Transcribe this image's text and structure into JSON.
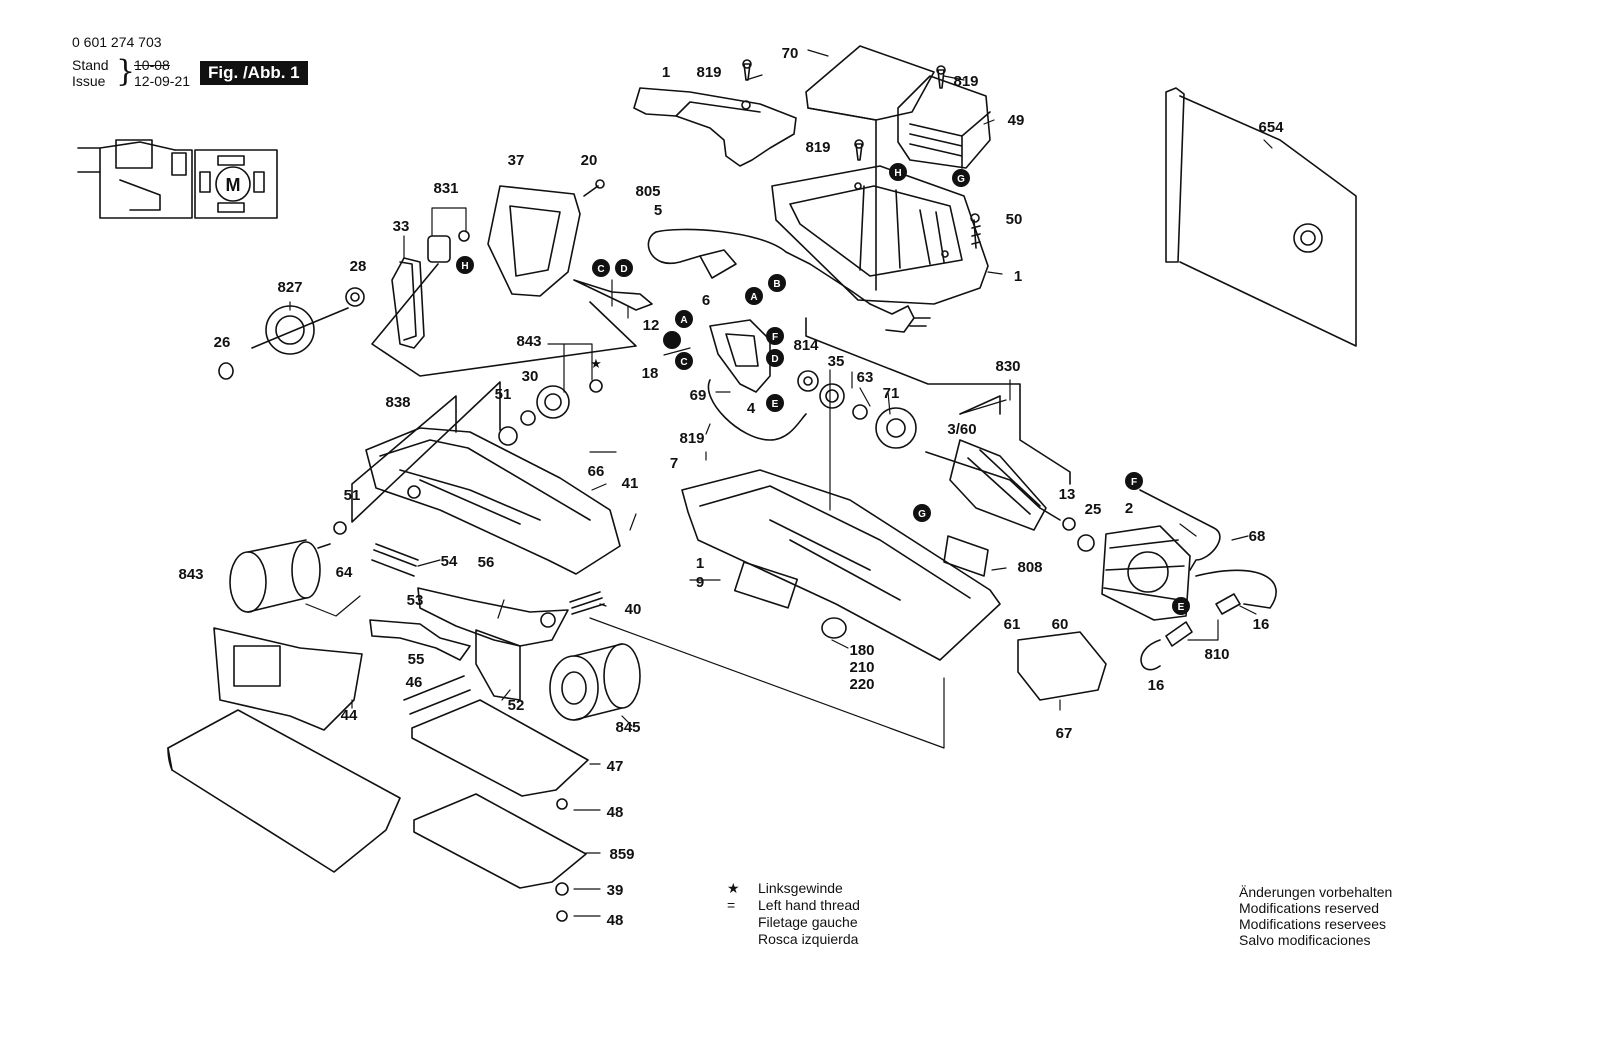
{
  "header": {
    "doc_number": "0 601 274 703",
    "stand_label": "Stand",
    "issue_label": "Issue",
    "stand_date": "10-08",
    "issue_date": "12-09-21",
    "fig_label": "Fig. /Abb. 1"
  },
  "callouts": [
    "1",
    "819",
    "70",
    "819",
    "49",
    "819",
    "654",
    "20",
    "37",
    "831",
    "805",
    "5",
    "50",
    "1",
    "33",
    "28",
    "827",
    "26",
    "6",
    "12",
    "843",
    "814",
    "35",
    "63",
    "71",
    "830",
    "838",
    "51",
    "30",
    "18",
    "69",
    "4",
    "819",
    "7",
    "66",
    "41",
    "51",
    "3/60",
    "13",
    "25",
    "2",
    "68",
    "843",
    "64",
    "54",
    "56",
    "1",
    "9",
    "808",
    "40",
    "53",
    "55",
    "61",
    "60",
    "16",
    "810",
    "16",
    "46",
    "52",
    "845",
    "180",
    "210",
    "220",
    "67",
    "44",
    "47",
    "48",
    "859",
    "39",
    "48"
  ],
  "connector_badges": [
    "C",
    "D",
    "B",
    "A",
    "A",
    "F",
    "D",
    "C",
    "E",
    "H",
    "H",
    "G",
    "G",
    "F",
    "E"
  ],
  "motor_symbol": "M",
  "legend": {
    "symbol": "★ =",
    "lines": [
      "Linksgewinde",
      "Left hand thread",
      "Filetage gauche",
      "Rosca izquierda"
    ]
  },
  "notes": {
    "lines": [
      "Änderungen vorbehalten",
      "Modifications reserved",
      "Modifications reservees",
      "Salvo modificaciones"
    ]
  }
}
